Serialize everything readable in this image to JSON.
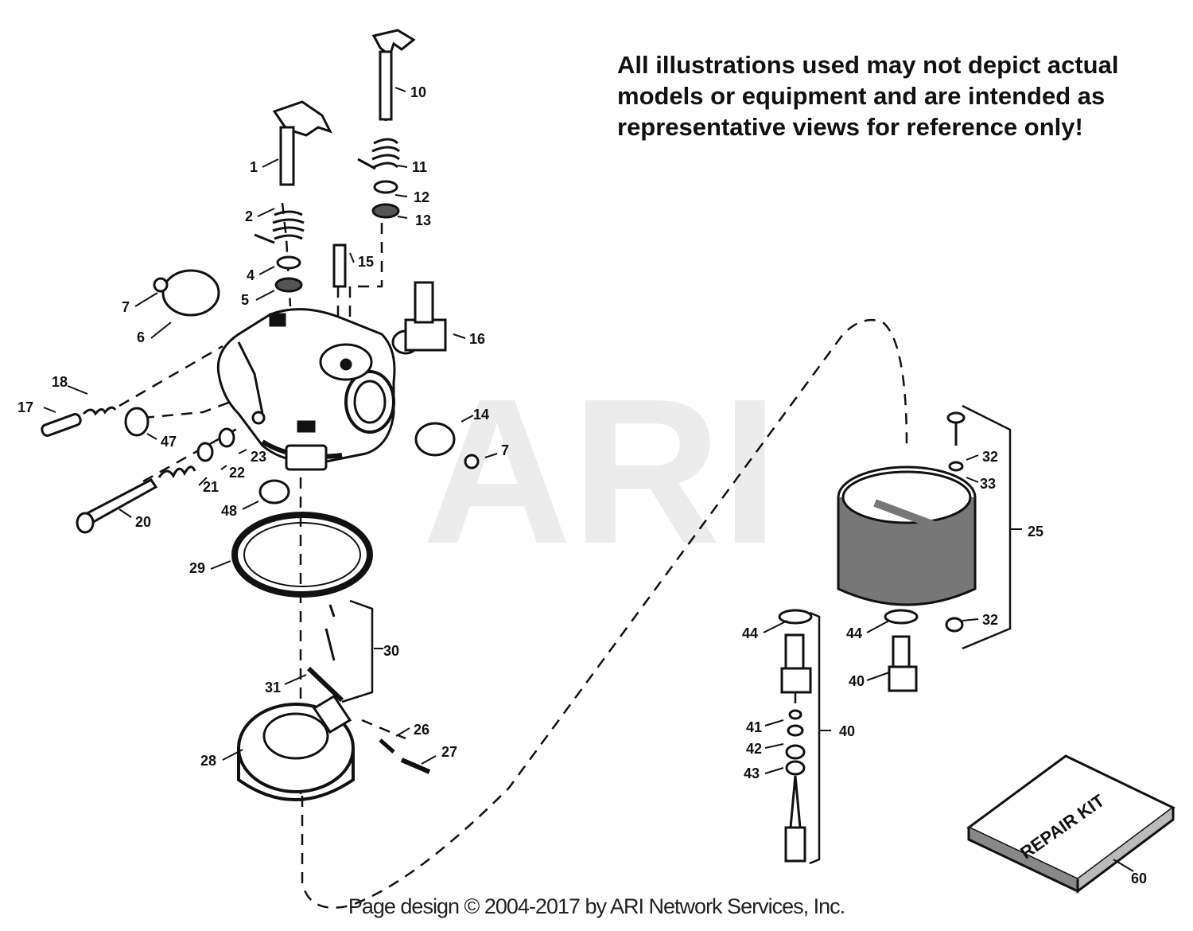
{
  "watermark": "ARI",
  "disclaimer": {
    "line1": "All illustrations used may not depict actual",
    "line2": "models or equipment and are intended as",
    "line3": "representative views for reference only!"
  },
  "copyright": "Page design © 2004-2017 by ARI Network Services, Inc.",
  "kit_label": "REPAIR KIT",
  "callouts": {
    "p1": "1",
    "p2": "2",
    "p4": "4",
    "p5": "5",
    "p6": "6",
    "p7a": "7",
    "p7b": "7",
    "p10": "10",
    "p11": "11",
    "p12": "12",
    "p13": "13",
    "p14": "14",
    "p15": "15",
    "p16": "16",
    "p17": "17",
    "p18": "18",
    "p20": "20",
    "p21": "21",
    "p22": "22",
    "p23": "23",
    "p25": "25",
    "p26": "26",
    "p27": "27",
    "p28": "28",
    "p29": "29",
    "p30": "30",
    "p31": "31",
    "p32a": "32",
    "p32b": "32",
    "p33": "33",
    "p40a": "40",
    "p40b": "40",
    "p41": "41",
    "p42": "42",
    "p43": "43",
    "p44a": "44",
    "p44b": "44",
    "p47": "47",
    "p48": "48",
    "p60": "60"
  }
}
